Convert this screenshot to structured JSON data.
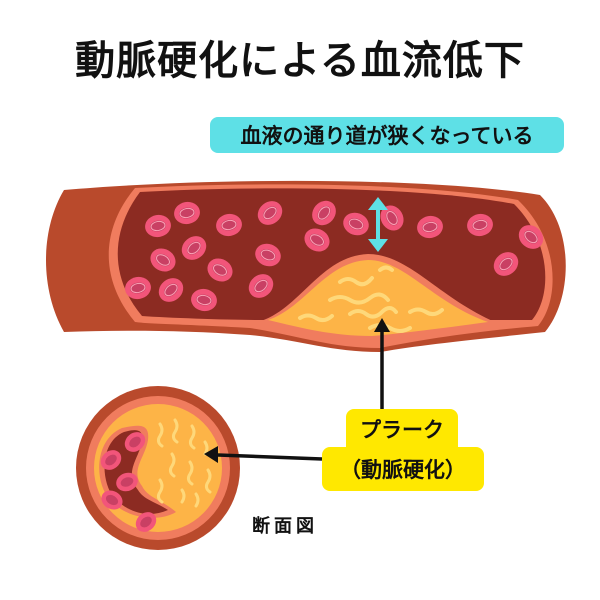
{
  "title": "動脈硬化による血流低下",
  "narrowing_label": "血液の通り道が狭くなっている",
  "plaque_label": {
    "line1": "プラーク",
    "line2": "（動脈硬化）"
  },
  "cross_section_label": "断面図",
  "colors": {
    "vessel_outer": "#b94a2c",
    "vessel_wall": "#f07c5e",
    "lumen": "#8c2b22",
    "red_cell": "#f2557a",
    "red_cell_inner": "#c94064",
    "plaque": "#fdb447",
    "plaque_streak": "#fed87a",
    "narrow_arrow": "#5ee0e6",
    "narrow_label_bg": "#5ee0e6",
    "plaque_label_bg": "#ffe800"
  }
}
